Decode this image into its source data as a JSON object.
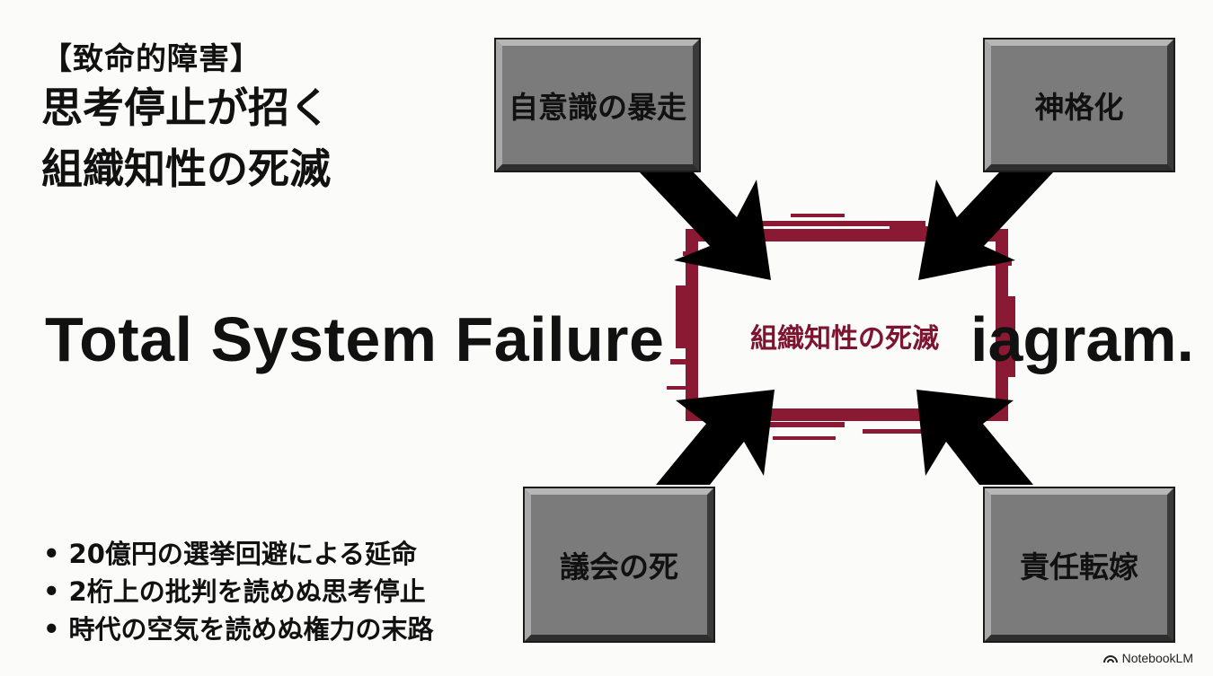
{
  "header": {
    "tag": "【致命的障害】",
    "title_line1": "思考停止が招く",
    "title_line2": "組織知性の死滅"
  },
  "headline": {
    "left": "Total System  Failure",
    "right": "iagram."
  },
  "diagram": {
    "center": "組織知性の死滅",
    "boxes": {
      "top_left": "自意識の暴走",
      "top_right": "神格化",
      "bottom_left": "議会の死",
      "bottom_right": "責任転嫁"
    },
    "colors": {
      "frame": "#8a1a33",
      "box": "#7b7b7b",
      "arrow": "#000000"
    }
  },
  "bullets": [
    "20億円の選挙回避による延命",
    "2桁上の批判を読めぬ思考停止",
    "時代の空気を読めぬ権力の末路"
  ],
  "brand": {
    "name": "NotebookLM",
    "icon": "notebooklm-logo-icon"
  }
}
